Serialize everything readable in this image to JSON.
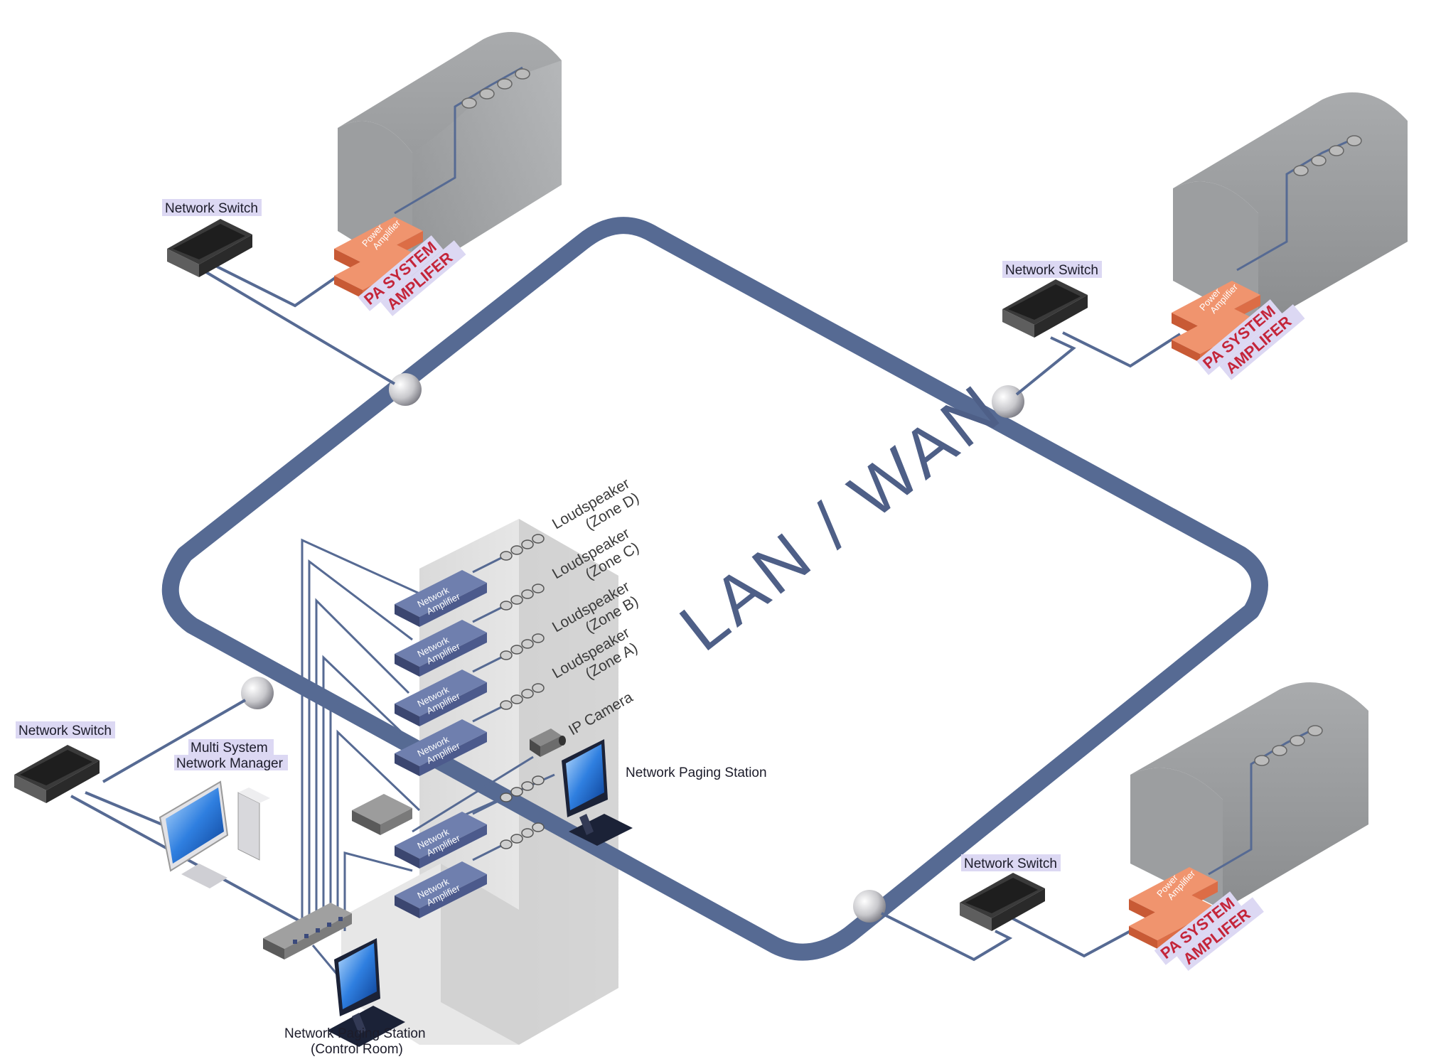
{
  "diagram": {
    "network_label": "LAN / WAN",
    "labels": {
      "switch_top_left": "Network Switch",
      "switch_right": "Network Switch",
      "switch_left": "Network Switch",
      "switch_bottom": "Network Switch",
      "manager_line1": "Multi System",
      "manager_line2": "Network Manager",
      "paging_station": "Network Paging Station",
      "paging_control_line1": "Network Paging Station",
      "paging_control_line2": "(Control Room)",
      "ip_camera": "IP Camera"
    },
    "power_amplifier": {
      "line1": "Power",
      "line2": "Amplifier"
    },
    "pa_system": {
      "line1": "PA SYSTEM",
      "line2": "AMPLIFER"
    },
    "network_amplifier": {
      "line1": "Network",
      "line2": "Amplifier"
    },
    "zones": [
      {
        "line1": "Loudspeaker",
        "line2": "(Zone D)"
      },
      {
        "line1": "Loudspeaker",
        "line2": "(Zone C)"
      },
      {
        "line1": "Loudspeaker",
        "line2": "(Zone B)"
      },
      {
        "line1": "Loudspeaker",
        "line2": "(Zone A)"
      }
    ],
    "colors": {
      "ring": "#566a93",
      "amplifier_orange": "#e8764c",
      "pa_text_red": "#c4253a",
      "label_highlight": "#dcd8f3",
      "network_amplifier_blue": "#5a6a9c"
    }
  }
}
